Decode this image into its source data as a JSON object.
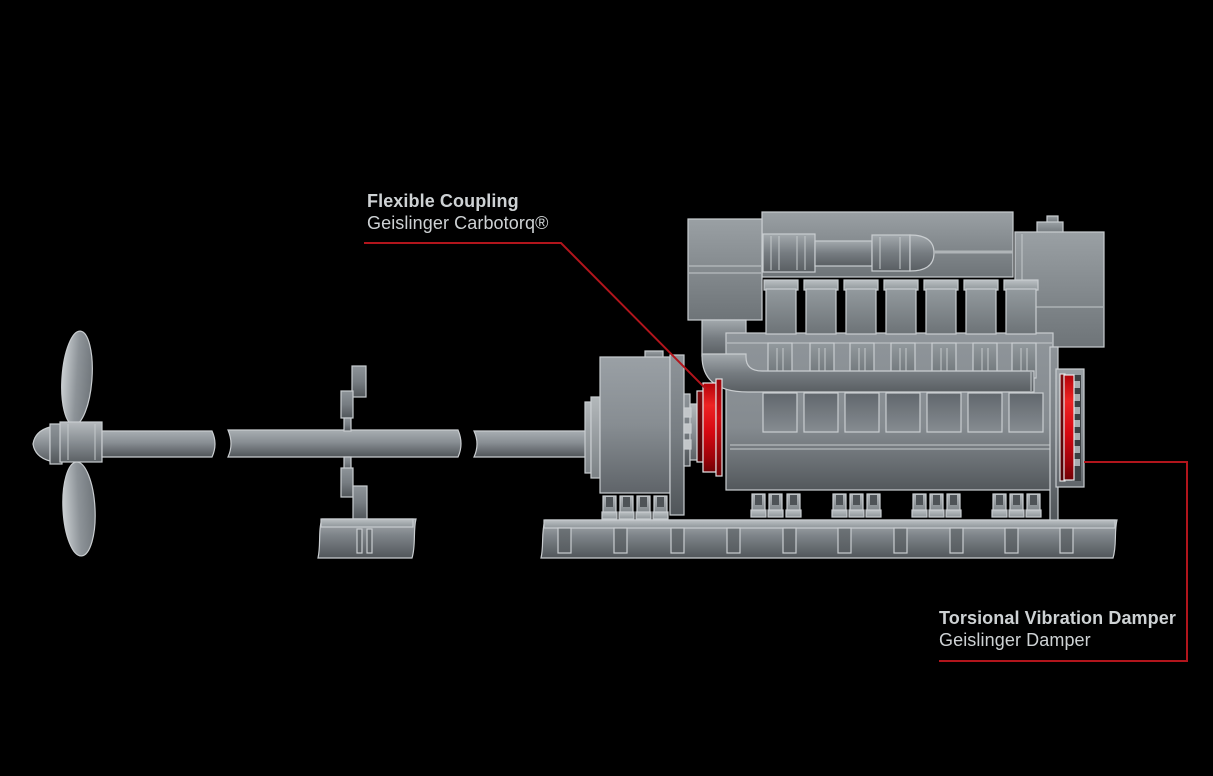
{
  "labels": {
    "flexible_coupling": {
      "title": "Flexible Coupling",
      "subtitle": "Geislinger Carbotorq®"
    },
    "torsional_damper": {
      "title": "Torsional Vibration Damper",
      "subtitle": "Geislinger Damper"
    }
  },
  "components": {
    "propeller": "Propeller",
    "propeller_shaft": "Propeller shaft",
    "shaft_bearing": "Shaft bearing pedestal",
    "generator": "Generator",
    "flexible_coupling": "Flexible coupling (highlighted red)",
    "engine": "Marine diesel engine",
    "torsional_damper": "Torsional vibration damper (highlighted red)",
    "base_frame": "Engine base frame"
  },
  "colors": {
    "background": "#000000",
    "machinery_gray_light": "#b9bec1",
    "machinery_gray_mid": "#878d92",
    "machinery_gray_dark": "#54595d",
    "outline_gray": "#c9cdd0",
    "highlight_red": "#d50b10",
    "leader_line_red": "#b2151c",
    "label_text": "#ced2d4"
  }
}
